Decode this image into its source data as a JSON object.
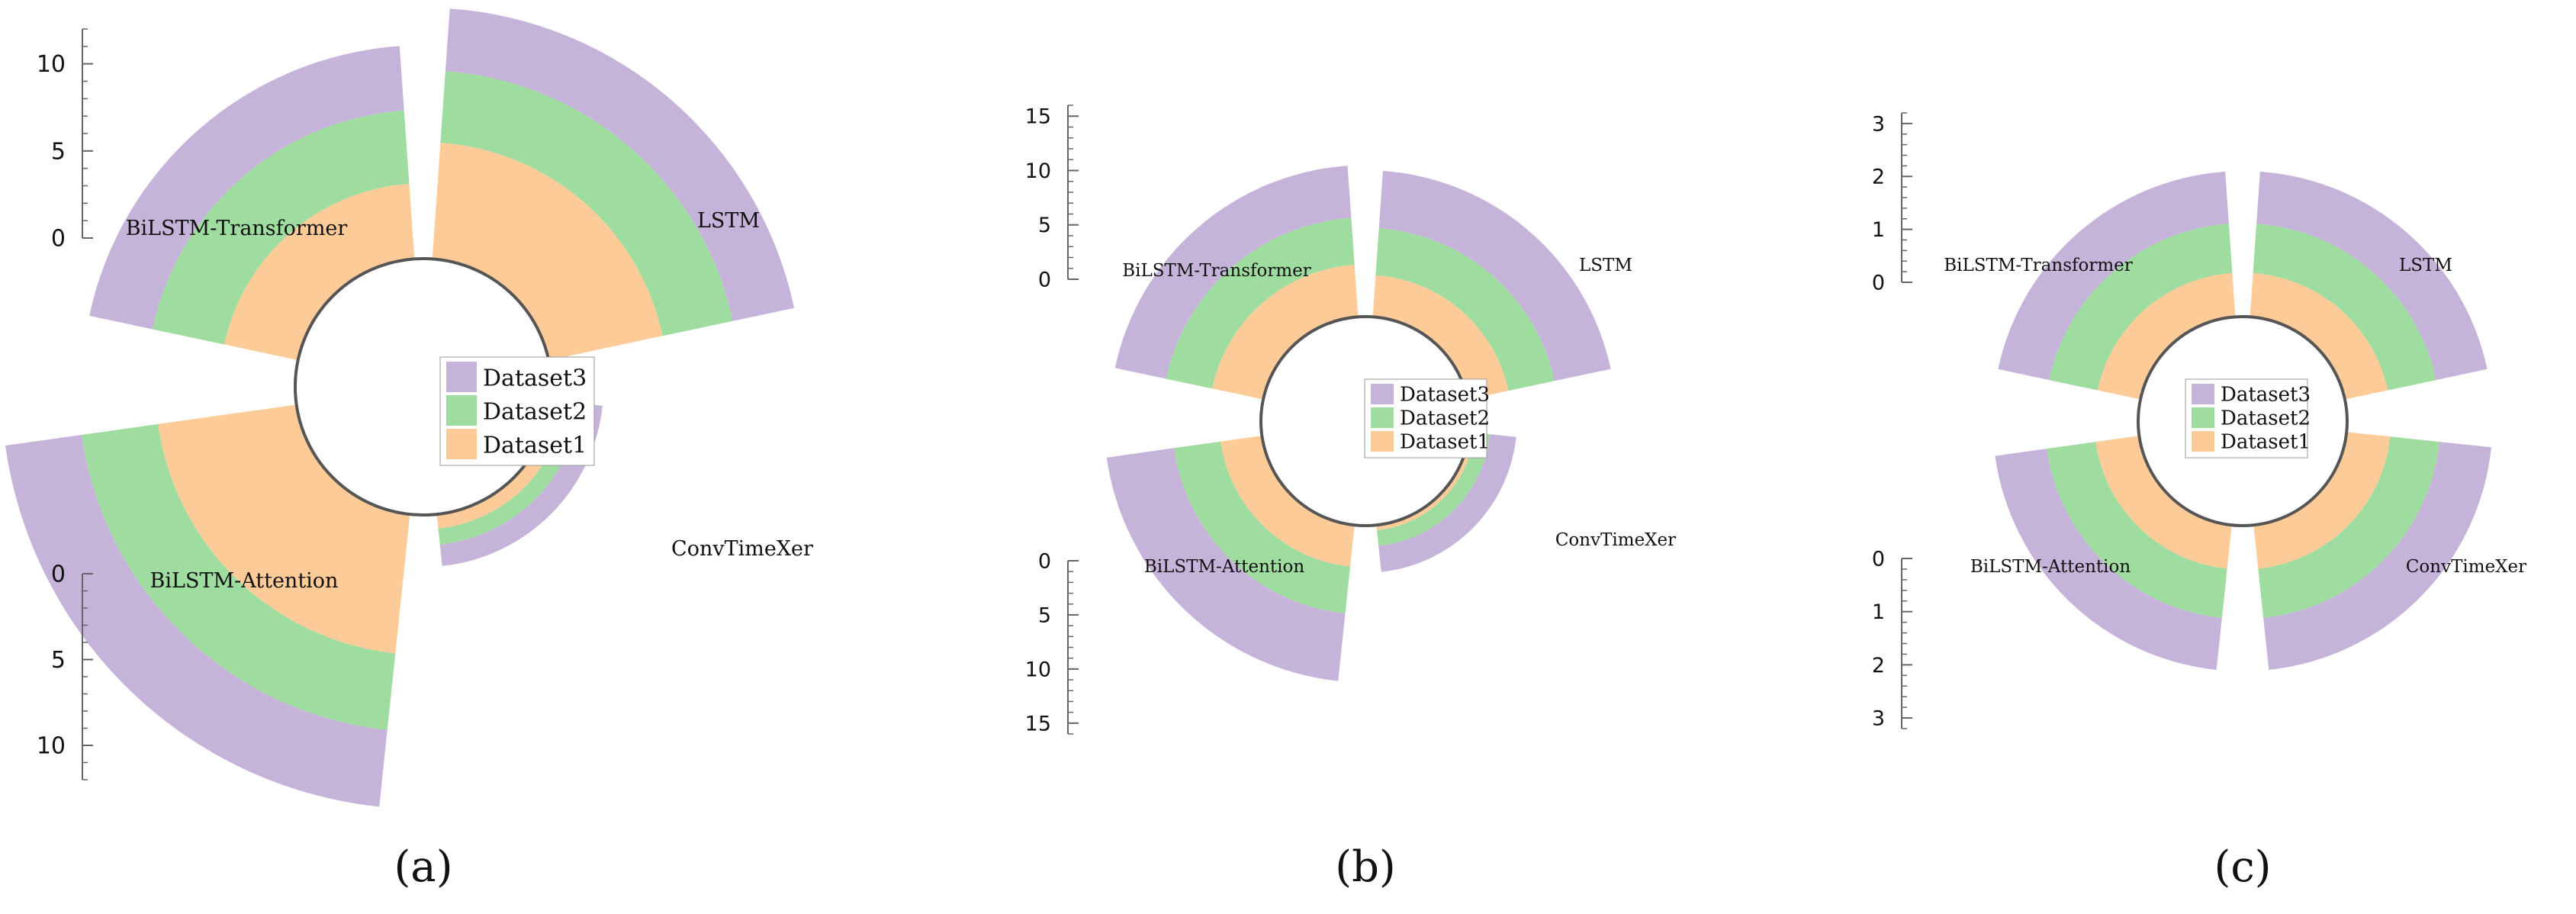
{
  "colors": {
    "Dataset1": "#fdcb97",
    "Dataset2": "#9fdc9f",
    "Dataset3": "#c6b3d9",
    "axis": "#666666",
    "circle": "#555555",
    "text": "#111111"
  },
  "chart_data": [
    {
      "type": "polar-stacked-bar",
      "panel_label": "(a)",
      "rlim": [
        0,
        12
      ],
      "legend_position": "center",
      "series": [
        {
          "name": "Dataset1",
          "values": [
            6.5,
            4.2,
            0.8,
            7.8
          ]
        },
        {
          "name": "Dataset2",
          "values": [
            4.0,
            4.1,
            0.9,
            4.3
          ]
        },
        {
          "name": "Dataset3",
          "values": [
            3.5,
            3.6,
            1.2,
            4.3
          ]
        }
      ],
      "categories": [
        "LSTM",
        "BiLSTM-Transformer",
        "ConvTimeXer",
        "BiLSTM-Attention"
      ],
      "axis_top_ticks": [
        "0",
        "5",
        "10"
      ],
      "axis_bottom_ticks": [
        "0",
        "5",
        "10"
      ]
    },
    {
      "type": "polar-stacked-bar",
      "panel_label": "(b)",
      "rlim": [
        0,
        16
      ],
      "legend_position": "center",
      "series": [
        {
          "name": "Dataset1",
          "values": [
            4.0,
            5.0,
            0.5,
            4.0
          ]
        },
        {
          "name": "Dataset2",
          "values": [
            4.5,
            4.5,
            1.5,
            4.5
          ]
        },
        {
          "name": "Dataset3",
          "values": [
            5.5,
            5.0,
            2.5,
            6.5
          ]
        }
      ],
      "categories": [
        "LSTM",
        "BiLSTM-Transformer",
        "ConvTimeXer",
        "BiLSTM-Attention"
      ],
      "axis_top_ticks": [
        "0",
        "5",
        "10",
        "15"
      ],
      "axis_bottom_ticks": [
        "0",
        "5",
        "10",
        "15"
      ]
    },
    {
      "type": "polar-stacked-bar",
      "panel_label": "(c)",
      "rlim": [
        0,
        3.2
      ],
      "legend_position": "center",
      "series": [
        {
          "name": "Dataset1",
          "values": [
            0.8,
            0.8,
            0.8,
            0.8
          ]
        },
        {
          "name": "Dataset2",
          "values": [
            0.9,
            0.9,
            0.9,
            0.9
          ]
        },
        {
          "name": "Dataset3",
          "values": [
            0.95,
            0.95,
            0.95,
            0.95
          ]
        }
      ],
      "categories": [
        "LSTM",
        "BiLSTM-Transformer",
        "ConvTimeXer",
        "BiLSTM-Attention"
      ],
      "axis_top_ticks": [
        "0",
        "1",
        "2",
        "3"
      ],
      "axis_bottom_ticks": [
        "0",
        "1",
        "2",
        "3"
      ]
    }
  ]
}
